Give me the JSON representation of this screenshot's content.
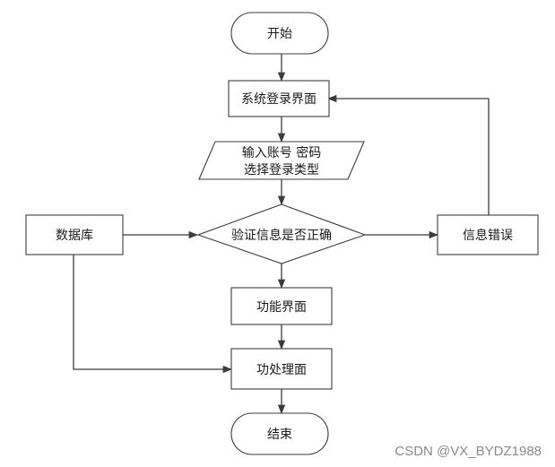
{
  "flowchart": {
    "start": "开始",
    "login_page": "系统登录界面",
    "input_line1": "输入账号 密码",
    "input_line2": "选择登录类型",
    "verify": "验证信息是否正确",
    "database": "数据库",
    "error": "信息错误",
    "function_page": "功能界面",
    "process_page": "功处理面",
    "end": "结束"
  },
  "watermark": "CSDN @VX_BYDZ1988",
  "colors": {
    "stroke": "#3c3c3c",
    "fill": "#ffffff",
    "text": "#1a1a1a",
    "watermark": "#8a8a8a"
  }
}
